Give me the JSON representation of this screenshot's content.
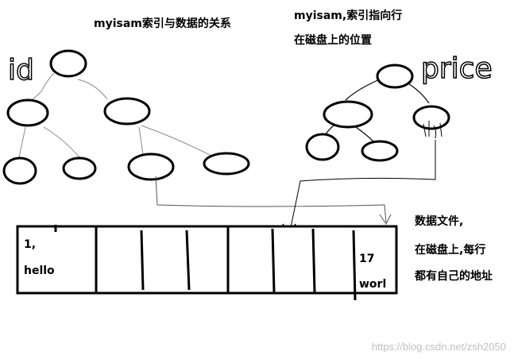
{
  "titles": {
    "left": "myisam索引与数据的关系",
    "right_line1": "myisam,索引指向行",
    "right_line2": "在磁盘上的位置"
  },
  "tree_labels": {
    "left": "id",
    "right": "price"
  },
  "data_file": {
    "cell_first_line1": "1,",
    "cell_first_line2": "hello",
    "cell_last_line1": "17",
    "cell_last_line2": "worl"
  },
  "side_note": {
    "line1": "数据文件,",
    "line2": "在磁盘上,每行",
    "line3": "都有自己的地址"
  },
  "watermark": "https://blog.csdn.net/zsh2050",
  "colors": {
    "ink": "#000000",
    "branch": "#8a8a8a",
    "watermark": "#c0c0c0"
  }
}
